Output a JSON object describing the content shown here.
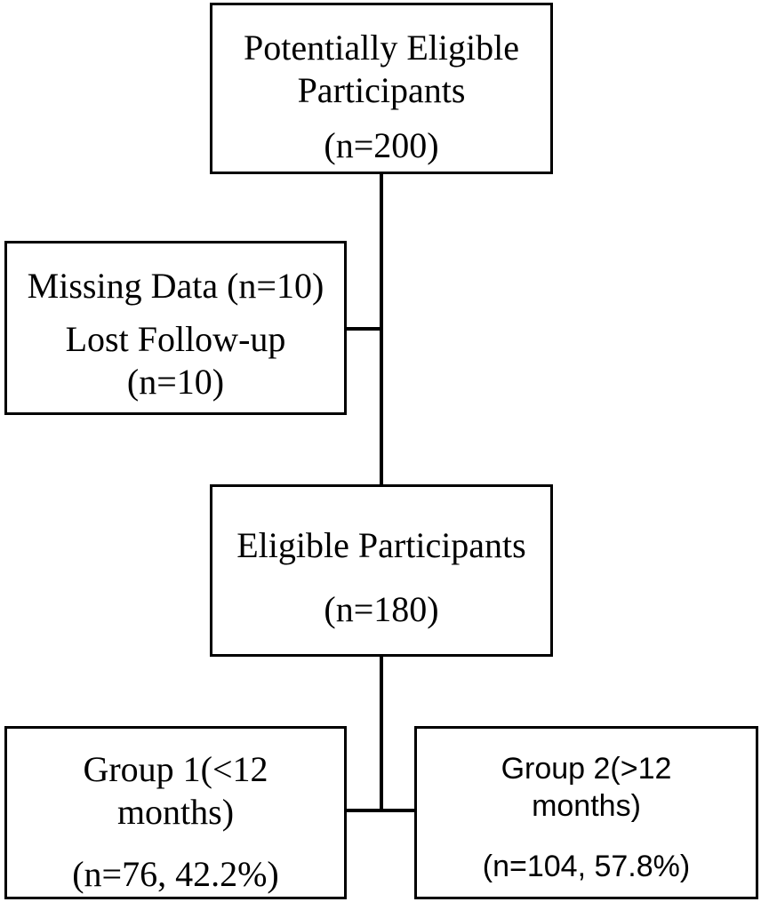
{
  "nodes": {
    "potentially_eligible": {
      "line1": "Potentially Eligible",
      "line2": "Participants",
      "count": "(n=200)"
    },
    "excluded": {
      "line1": "Missing Data (n=10)",
      "line2": "Lost Follow-up",
      "line3": "(n=10)"
    },
    "eligible": {
      "line1": "Eligible Participants",
      "count": "(n=180)"
    },
    "group1": {
      "line1": "Group 1(<12",
      "line2": "months)",
      "count": "(n=76, 42.2%)"
    },
    "group2": {
      "line1": "Group 2(>12",
      "line2": "months)",
      "count": "(n=104, 57.8%)"
    }
  }
}
